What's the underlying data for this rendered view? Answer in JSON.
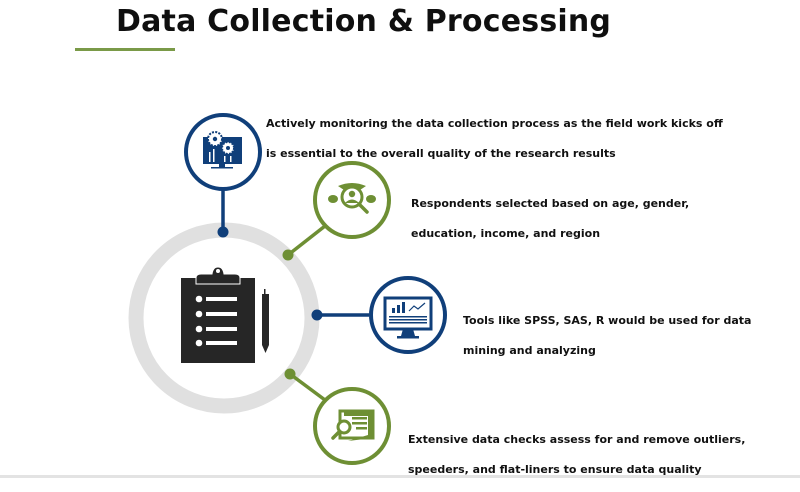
{
  "page": {
    "title": "Data Collection & Processing"
  },
  "colors": {
    "blue": "#103f7a",
    "green": "#6e8f34",
    "ring": "#e0e0e0",
    "clipboard": "#262626",
    "title_underline": "#7a9a48"
  },
  "center": {
    "icon": "clipboard-checklist-icon"
  },
  "steps": [
    {
      "icon": "monitor-gears-icon",
      "color": "blue",
      "line1": "Actively monitoring the data collection process as the field work kicks off",
      "line2": "is essential to the overall quality of the research results"
    },
    {
      "icon": "respondent-search-icon",
      "color": "green",
      "line1": "Respondents selected based on age, gender,",
      "line2": "education, income, and region"
    },
    {
      "icon": "analytics-monitor-icon",
      "color": "blue",
      "line1": "Tools like SPSS, SAS, R would be used for data",
      "line2": "mining and analyzing"
    },
    {
      "icon": "document-search-icon",
      "color": "green",
      "line1": "Extensive data checks assess for and remove outliers,",
      "line2": "speeders, and flat-liners to ensure data quality"
    }
  ]
}
